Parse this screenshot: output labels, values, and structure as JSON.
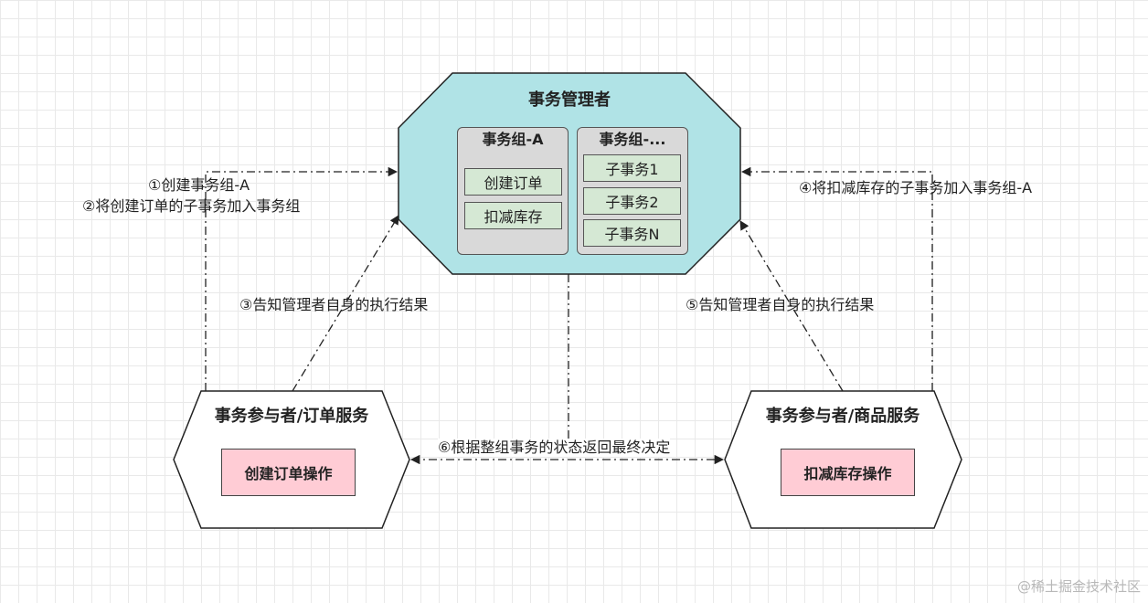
{
  "manager": {
    "title": "事务管理者",
    "groups": [
      {
        "title": "事务组-A",
        "tasks": [
          "创建订单",
          "扣减库存"
        ]
      },
      {
        "title": "事务组-...",
        "tasks": [
          "子事务1",
          "子事务2",
          "子事务N"
        ]
      }
    ]
  },
  "participants": [
    {
      "title": "事务参与者/订单服务",
      "operation": "创建订单操作"
    },
    {
      "title": "事务参与者/商品服务",
      "operation": "扣减库存操作"
    }
  ],
  "edges": {
    "step1": "①创建事务组-A",
    "step2": "②将创建订单的子事务加入事务组",
    "step3": "③告知管理者自身的执行结果",
    "step4": "④将扣减库存的子事务加入事务组-A",
    "step5": "⑤告知管理者自身的执行结果",
    "step6": "⑥根据整组事务的状态返回最终决定"
  },
  "watermark": "@稀土掘金技术社区",
  "colors": {
    "manager_fill": "#b0e3e6",
    "group_fill": "#d9d9d9",
    "task_fill": "#d5e8d4",
    "operation_fill": "#ffccd5"
  }
}
